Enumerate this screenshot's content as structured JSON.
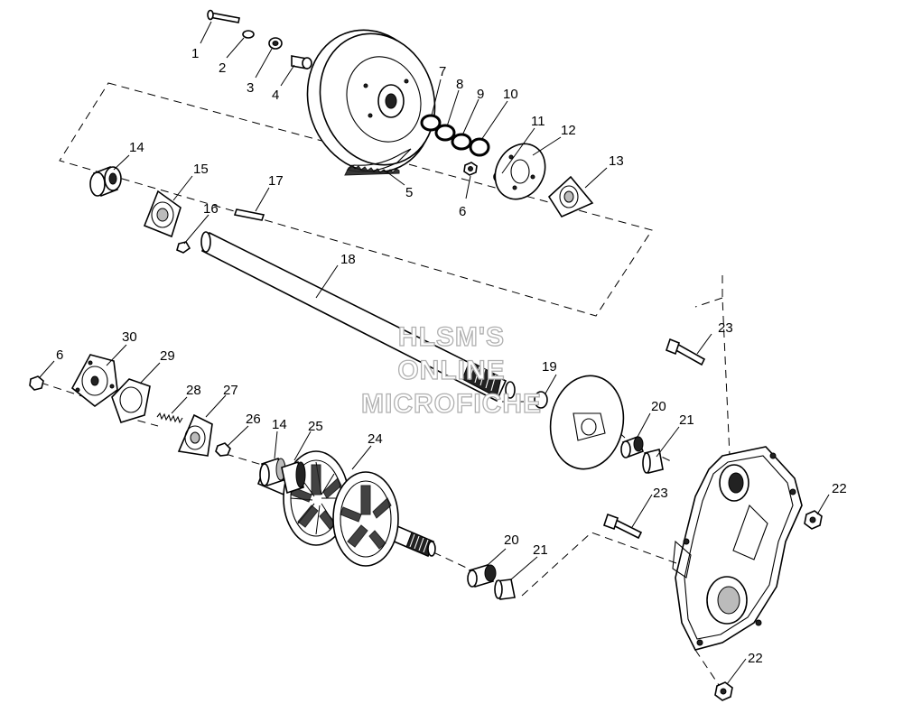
{
  "diagram": {
    "watermark": [
      "HLSM'S",
      "ONLINE",
      "MICROFICHE"
    ],
    "callouts": {
      "c1": "1",
      "c2": "2",
      "c3": "3",
      "c4": "4",
      "c5": "5",
      "c6a": "6",
      "c6b": "6",
      "c7": "7",
      "c8": "8",
      "c9": "9",
      "c10": "10",
      "c11": "11",
      "c12": "12",
      "c13": "13",
      "c14a": "14",
      "c14b": "14",
      "c15": "15",
      "c16": "16",
      "c17": "17",
      "c18": "18",
      "c19": "19",
      "c20a": "20",
      "c20b": "20",
      "c21a": "21",
      "c21b": "21",
      "c22a": "22",
      "c22b": "22",
      "c23a": "23",
      "c23b": "23",
      "c24": "24",
      "c25": "25",
      "c26": "26",
      "c27": "27",
      "c28": "28",
      "c29": "29",
      "c30": "30"
    }
  }
}
